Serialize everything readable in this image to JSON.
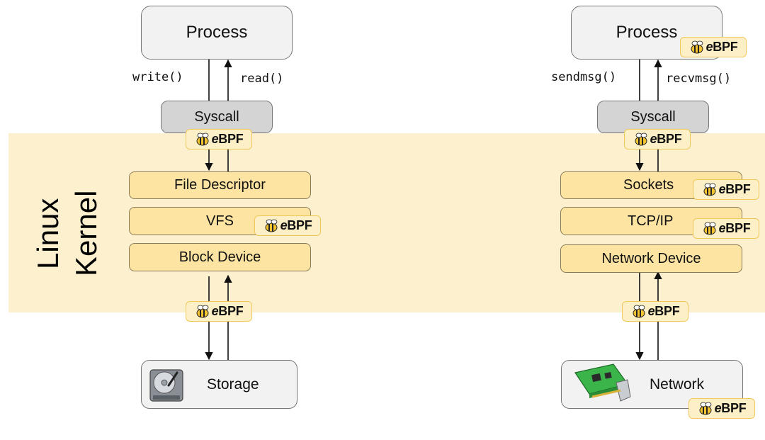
{
  "kernel": {
    "line1": "Linux",
    "line2": "Kernel"
  },
  "left": {
    "process": "Process",
    "call_down": "write()",
    "call_up": "read()",
    "syscall": "Syscall",
    "layers": [
      "File Descriptor",
      "VFS",
      "Block Device"
    ],
    "device": "Storage",
    "device_icon": "hard-disk-icon"
  },
  "right": {
    "process": "Process",
    "call_down": "sendmsg()",
    "call_up": "recvmsg()",
    "syscall": "Syscall",
    "layers": [
      "Sockets",
      "TCP/IP",
      "Network Device"
    ],
    "device": "Network",
    "device_icon": "network-card-icon"
  },
  "ebpf_badge": {
    "prefix": "e",
    "suffix": "BPF",
    "icon": "bee-icon"
  },
  "colors": {
    "kernel_band": "#fdf0cf",
    "layer_fill": "#fde4a2",
    "syscall_fill": "#d4d4d4",
    "process_fill": "#f2f2f2",
    "badge_fill": "#fdf0c6",
    "badge_border": "#f0c85a"
  }
}
